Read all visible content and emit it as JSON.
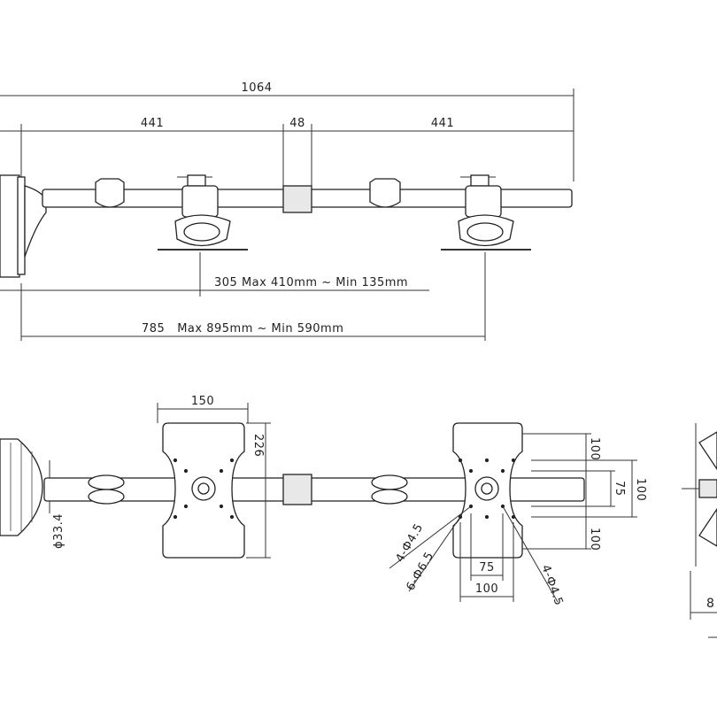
{
  "top_view": {
    "overall_width": "1064",
    "arm_left": "441",
    "coupler": "48",
    "arm_right": "441",
    "reach_short": "305 Max 410mm ~ Min 135mm",
    "reach_long": "785   Max 895mm ~ Min 590mm"
  },
  "plan_view": {
    "plate_width": "150",
    "plate_height": "226",
    "pole_diameter": "ϕ33.4",
    "vesa_100_upper": "100",
    "vesa_100_lower": "100",
    "vesa_75_v": "75",
    "vesa_100_v": "100",
    "vesa_75_h": "75",
    "vesa_100_h": "100",
    "holes_4": "4-Ф4.5",
    "holes_6": "6-Ф6.5",
    "holes_4b": "4-Ф4.5"
  },
  "side_view": {
    "depth_partial": "8"
  }
}
